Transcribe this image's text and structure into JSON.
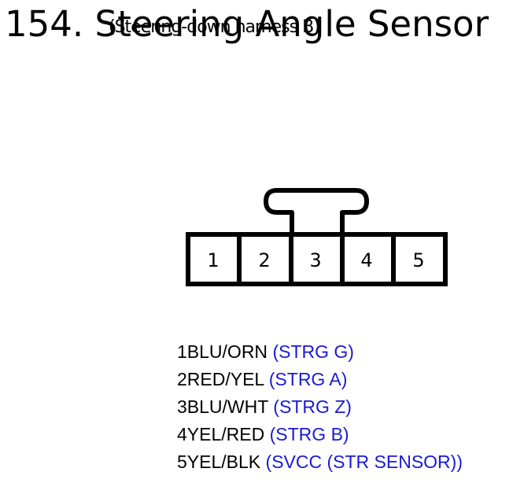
{
  "diagram": {
    "title": "154. Steering Angle Sensor",
    "subtitle": "(Steering-down harness B)",
    "connector_cells": [
      "1",
      "2",
      "3",
      "4",
      "5"
    ],
    "pins": [
      {
        "num": "1",
        "wire": "BLU/ORN",
        "func": "(STRG G)"
      },
      {
        "num": "2",
        "wire": "RED/YEL",
        "func": "(STRG A)"
      },
      {
        "num": "3",
        "wire": "BLU/WHT",
        "func": "(STRG Z)"
      },
      {
        "num": "4",
        "wire": "YEL/RED",
        "func": "(STRG B)"
      },
      {
        "num": "5",
        "wire": "YEL/BLK",
        "func": "(SVCC (STR SENSOR))"
      }
    ],
    "colors": {
      "line": "#000000",
      "function_text": "#1a1ad6",
      "background": "#ffffff"
    }
  }
}
